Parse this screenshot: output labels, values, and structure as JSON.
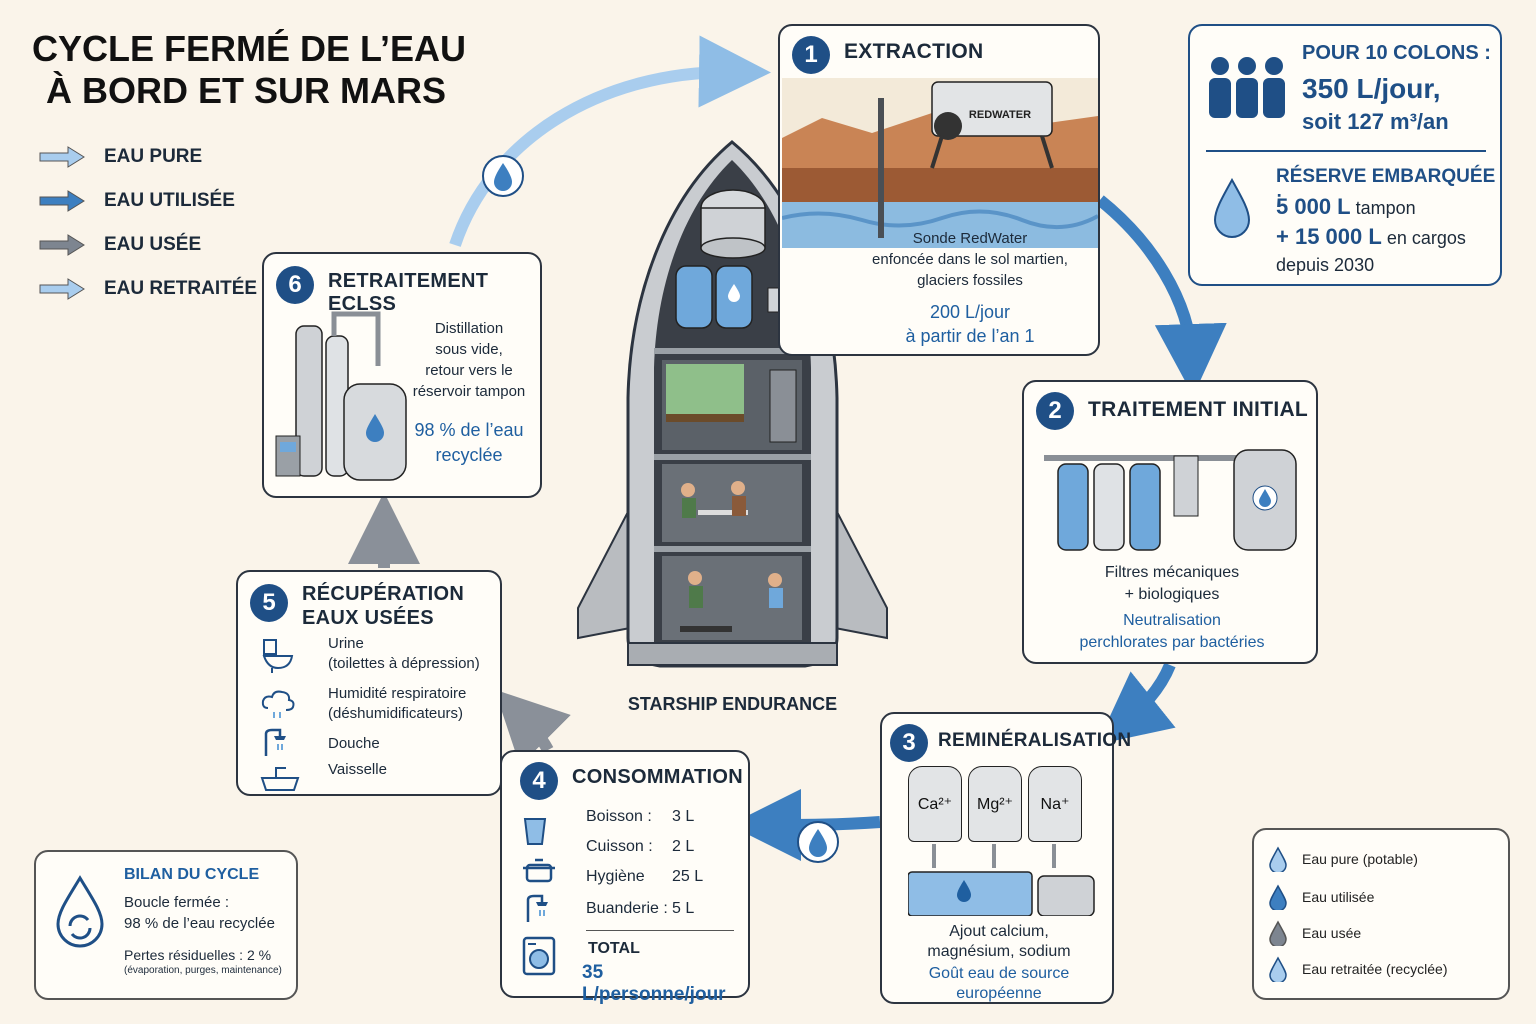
{
  "title": {
    "line1": "CYCLE FERMÉ DE L’EAU",
    "line2": "À BORD ET SUR MARS"
  },
  "legend_top": [
    {
      "label": "EAU PURE",
      "color": "#a9cdee"
    },
    {
      "label": "EAU UTILISÉE",
      "color": "#3d7fc0"
    },
    {
      "label": "EAU USÉE",
      "color": "#7d8590"
    },
    {
      "label": "EAU RETRAITÉE",
      "color": "#a9cdee"
    }
  ],
  "steps": {
    "s1": {
      "number": "1",
      "title": "EXTRACTION",
      "machine_label": "REDWATER",
      "desc": [
        "Sonde RedWater",
        "enfoncée dans le sol martien,",
        "glaciers fossiles"
      ],
      "highlight": [
        "200 L/jour",
        "à partir de l’an 1"
      ]
    },
    "s2": {
      "number": "2",
      "title": "TRAITEMENT INITIAL",
      "desc": [
        "Filtres mécaniques",
        "+ biologiques"
      ],
      "highlight": [
        "Neutralisation",
        "perchlorates par bactéries"
      ]
    },
    "s3": {
      "number": "3",
      "title": "REMINÉRALISATION",
      "tanks": [
        "Ca²⁺",
        "Mg²⁺",
        "Na⁺"
      ],
      "desc": [
        "Ajout calcium,",
        "magnésium, sodium"
      ],
      "highlight": [
        "Goût eau de source",
        "européenne"
      ]
    },
    "s4": {
      "number": "4",
      "title": "CONSOMMATION",
      "rows": [
        {
          "label": "Boisson :",
          "value": "3 L",
          "icon": "glass-icon"
        },
        {
          "label": "Cuisson :",
          "value": "2 L",
          "icon": "pot-icon"
        },
        {
          "label": "Hygiène",
          "value": "25 L",
          "icon": "shower-icon"
        },
        {
          "label": "Buanderie :",
          "value": "5 L",
          "icon": "washing-machine-icon"
        }
      ],
      "total_label": "TOTAL",
      "total_value": "35 L/personne/jour"
    },
    "s5": {
      "number": "5",
      "title_line1": "RÉCUPÉRATION",
      "title_line2": "EAUX USÉES",
      "items": [
        {
          "line1": "Urine",
          "line2": "(toilettes à dépression)",
          "icon": "toilet-icon"
        },
        {
          "line1": "Humidité respiratoire",
          "line2": "(déshumidificateurs)",
          "icon": "dehumidifier-icon"
        },
        {
          "line1": "Douche",
          "line2": "",
          "icon": "shower-icon"
        },
        {
          "line1": "Vaisselle",
          "line2": "",
          "icon": "sink-icon"
        }
      ]
    },
    "s6": {
      "number": "6",
      "title": "RETRAITEMENT ECLSS",
      "desc": [
        "Distillation",
        "sous vide,",
        "retour vers le",
        "réservoir tampon"
      ],
      "highlight": [
        "98 % de l’eau",
        "recyclée"
      ]
    }
  },
  "ship_label": "STARSHIP ENDURANCE",
  "colonists": {
    "title": "POUR 10 COLONS :",
    "value1": "350 L/jour,",
    "value2": "soit 127 m³/an",
    "reserve_title": "RÉSERVE EMBARQUÉE :",
    "reserve_value1": "5 000 L",
    "reserve_text1": "tampon",
    "reserve_value2": "+ 15 000 L",
    "reserve_text2": "en cargos",
    "reserve_text3": "depuis 2030"
  },
  "bilan": {
    "title": "BILAN DU CYCLE",
    "line1": "Boucle fermée :",
    "line2": "98 % de l’eau recyclée",
    "line3": "Pertes résiduelles : 2 %",
    "line4": "(évaporation, purges, maintenance)"
  },
  "legend_bottom": [
    {
      "label": "Eau pure (potable)",
      "color": "#a9cdee"
    },
    {
      "label": "Eau utilisée",
      "color": "#3d7fc0"
    },
    {
      "label": "Eau usée",
      "color": "#7d8590"
    },
    {
      "label": "Eau retraitée (recyclée)",
      "color": "#a9cdee"
    }
  ],
  "colors": {
    "accent": "#1f4f86",
    "highlight": "#1f5fa0",
    "pure": "#a9cdee",
    "used": "#3d7fc0",
    "waste": "#7d8590"
  }
}
